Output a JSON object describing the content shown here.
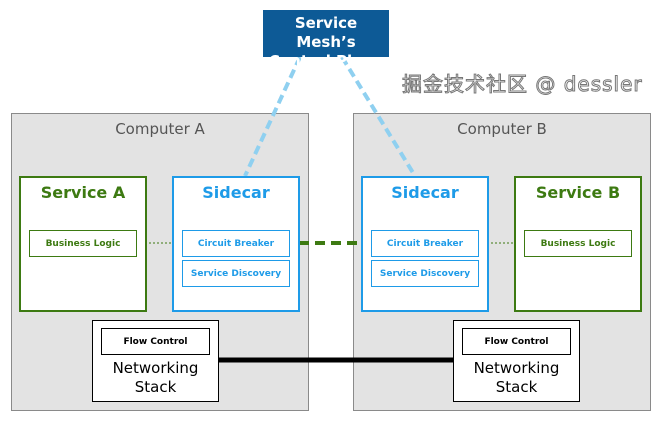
{
  "control_plane": {
    "label_line1": "Service Mesh’s",
    "label_line2": "Control Plane"
  },
  "computer_a": {
    "title": "Computer A",
    "service": {
      "title": "Service A",
      "business_logic": "Business Logic"
    },
    "sidecar": {
      "title": "Sidecar",
      "circuit_breaker": "Circuit Breaker",
      "service_discovery": "Service Discovery"
    },
    "networking": {
      "flow_control": "Flow Control",
      "line1": "Networking",
      "line2": "Stack"
    }
  },
  "computer_b": {
    "title": "Computer B",
    "service": {
      "title": "Service B",
      "business_logic": "Business Logic"
    },
    "sidecar": {
      "title": "Sidecar",
      "circuit_breaker": "Circuit Breaker",
      "service_discovery": "Service Discovery"
    },
    "networking": {
      "flow_control": "Flow Control",
      "line1": "Networking",
      "line2": "Stack"
    }
  },
  "watermark": "掘金技术社区 @ dessler",
  "colors": {
    "service": "#3d7a12",
    "sidecar": "#1e9be8",
    "control_plane": "#0d5a96",
    "control_link": "#8fd0f0"
  }
}
